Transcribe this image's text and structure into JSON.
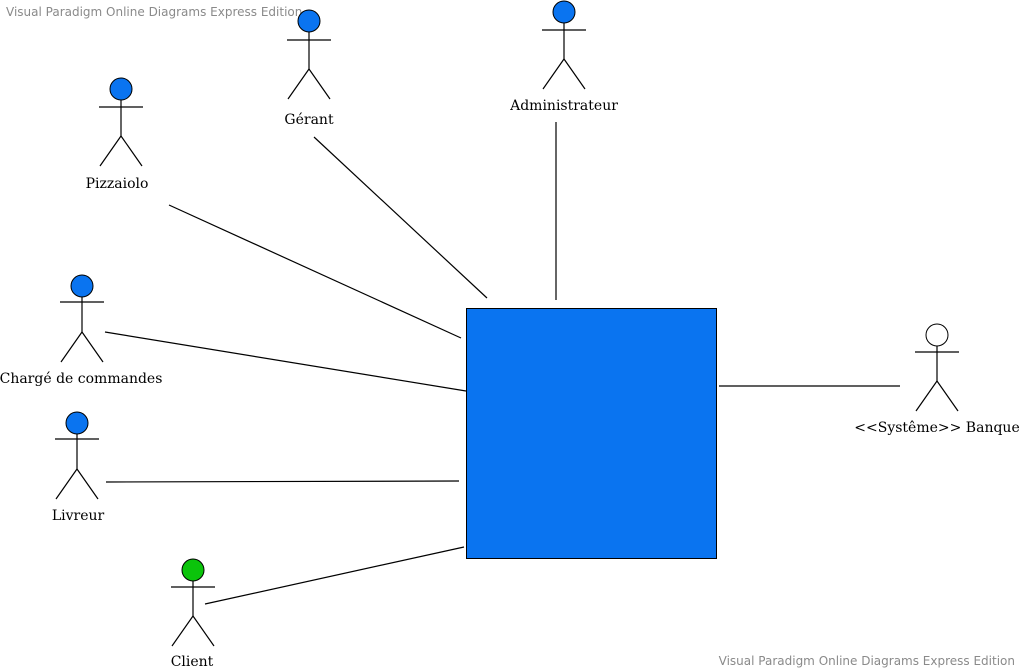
{
  "watermark": {
    "top_left": "Visual Paradigm Online Diagrams Express Edition",
    "bottom_right": "Visual Paradigm Online Diagrams Express Edition"
  },
  "colors": {
    "system_box": "#0a74f0",
    "actor_default": "#0a74f0",
    "client_actor": "#0bc40b",
    "external_actor": "#ffffff"
  },
  "system": {
    "label": ""
  },
  "actors": [
    {
      "id": "gerant",
      "label": "Gérant",
      "color": "#0a74f0"
    },
    {
      "id": "administrateur",
      "label": "Administrateur",
      "color": "#0a74f0"
    },
    {
      "id": "pizzaiolo",
      "label": "Pizzaiolo",
      "color": "#0a74f0"
    },
    {
      "id": "charge-de-commandes",
      "label": "Chargé de commandes",
      "color": "#0a74f0"
    },
    {
      "id": "livreur",
      "label": "Livreur",
      "color": "#0a74f0"
    },
    {
      "id": "client",
      "label": "Client",
      "color": "#0bc40b"
    },
    {
      "id": "banque",
      "label": "<<Systême>> Banque",
      "color": "#ffffff"
    }
  ]
}
